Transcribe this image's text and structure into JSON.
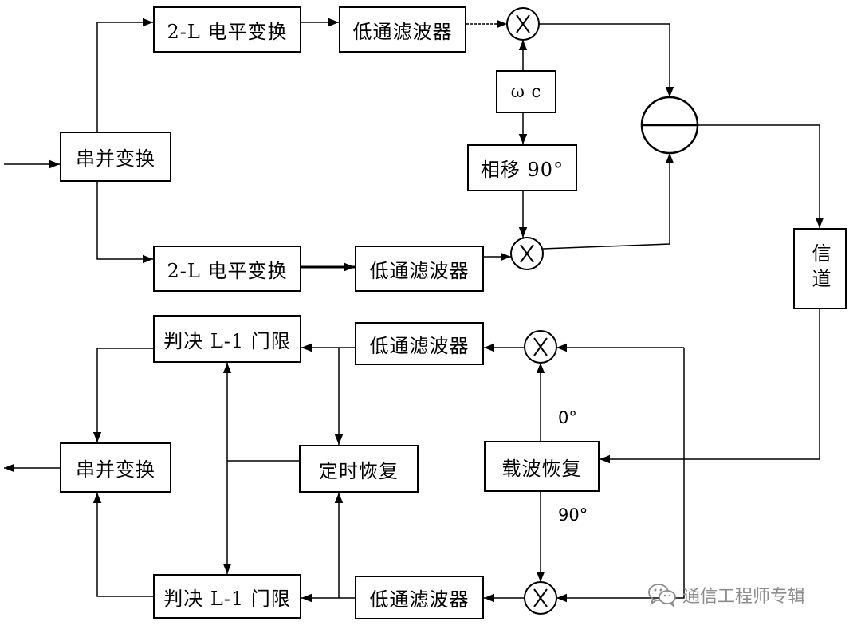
{
  "diagram": {
    "transmitter": {
      "serial_to_parallel": "串并变换",
      "level_converter_upper": "2-L 电平变换",
      "level_converter_lower": "2-L 电平变换",
      "lowpass_filter_upper": "低通滤波器",
      "lowpass_filter_lower": "低通滤波器",
      "carrier_oscillator": "ω c",
      "phase_shifter": "相移 90°"
    },
    "channel": "信道",
    "receiver": {
      "lowpass_filter_upper": "低通滤波器",
      "lowpass_filter_lower": "低通滤波器",
      "decision_upper": "判决 L-1 门限",
      "decision_lower": "判决 L-1 门限",
      "timing_recovery": "定时恢复",
      "carrier_recovery": "载波恢复",
      "carrier_phase_upper": "0°",
      "carrier_phase_lower": "90°",
      "output_converter": "串并变换"
    }
  },
  "symbols": {
    "multiplier": "multiply-icon",
    "adder": "adder-icon",
    "watermark_icon": "wechat-icon"
  },
  "watermark": {
    "text": "通信工程师专辑"
  },
  "colors": {
    "line": "#000000",
    "background": "#ffffff",
    "watermark": "#8c8c8c"
  }
}
